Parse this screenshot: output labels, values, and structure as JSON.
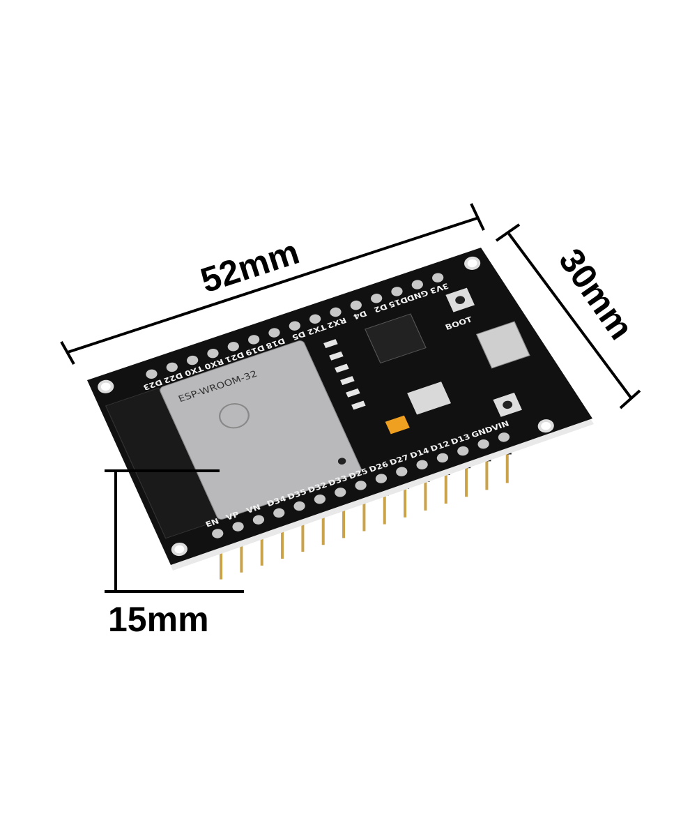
{
  "dimensions": {
    "length": "52mm",
    "width": "30mm",
    "height": "15mm"
  },
  "board": {
    "module_label": "ESP-WROOM-32",
    "boot_label": "BOOT",
    "top_pins": [
      "3V3",
      "GND",
      "D15",
      "D2",
      "D4",
      "RX2",
      "TX2",
      "D5",
      "D18",
      "D19",
      "D21",
      "RX0",
      "TX0",
      "D22",
      "D23"
    ],
    "bottom_pins": [
      "EN",
      "VP",
      "VN",
      "D34",
      "D35",
      "D32",
      "D33",
      "D25",
      "D26",
      "D27",
      "D14",
      "D12",
      "D13",
      "GND",
      "VIN"
    ],
    "colors": {
      "pcb": "#111111",
      "shield": "#b9b9bb",
      "pads": "#c8c8c8",
      "pins": "#c9a24a"
    }
  }
}
